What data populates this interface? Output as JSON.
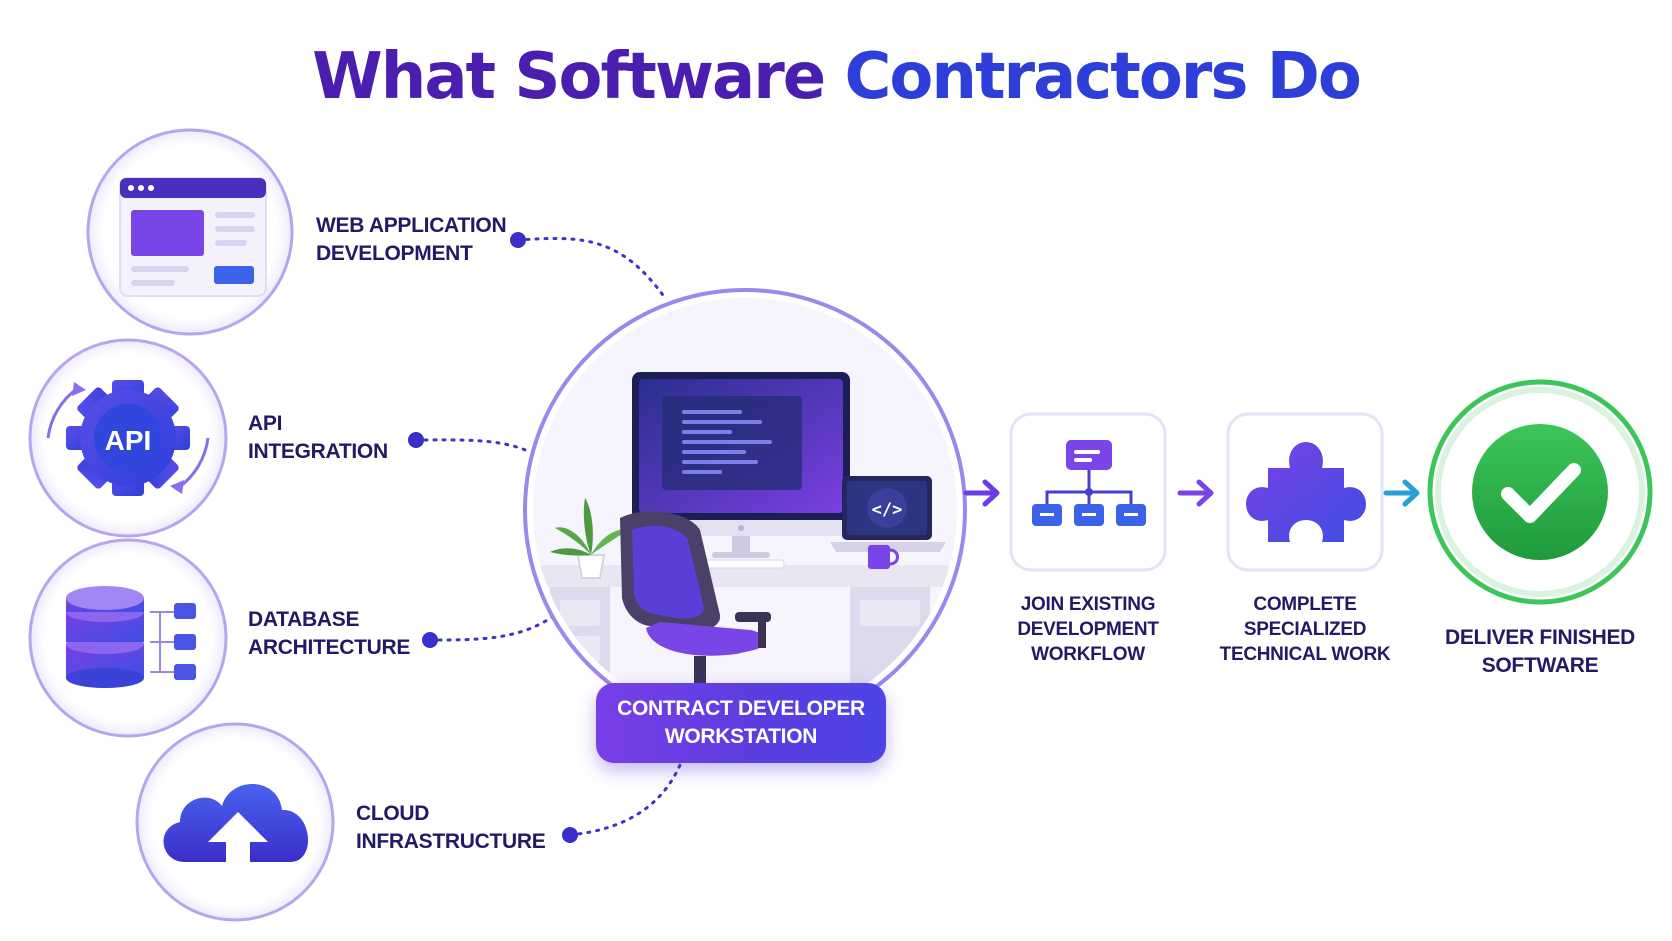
{
  "title": {
    "part1": "What Software",
    "part2": "Contractors Do"
  },
  "services": [
    {
      "line1": "WEB APPLICATION",
      "line2": "DEVELOPMENT",
      "icon": "web-browser-icon"
    },
    {
      "line1": "API",
      "line2": "INTEGRATION",
      "icon": "api-gear-icon",
      "icon_text": "API"
    },
    {
      "line1": "DATABASE",
      "line2": "ARCHITECTURE",
      "icon": "database-icon"
    },
    {
      "line1": "CLOUD",
      "line2": "INFRASTRUCTURE",
      "icon": "cloud-upload-icon"
    }
  ],
  "workstation": {
    "line1": "CONTRACT DEVELOPER",
    "line2": "WORKSTATION"
  },
  "steps": [
    {
      "line1": "JOIN EXISTING",
      "line2": "DEVELOPMENT",
      "line3": "WORKFLOW",
      "icon": "org-chart-icon"
    },
    {
      "line1": "COMPLETE",
      "line2": "SPECIALIZED",
      "line3": "TECHNICAL WORK",
      "icon": "puzzle-piece-icon"
    },
    {
      "line1": "DELIVER FINISHED",
      "line2": "SOFTWARE",
      "icon": "checkmark-icon"
    }
  ],
  "colors": {
    "title_purple": "#4a1fb0",
    "title_blue": "#2d3fd8",
    "label_navy": "#221a66",
    "accent_purple": "#6a3de8",
    "accent_blue": "#3b4fe0",
    "success_green": "#2bb34a",
    "teal_arrow": "#2a9fd6"
  }
}
